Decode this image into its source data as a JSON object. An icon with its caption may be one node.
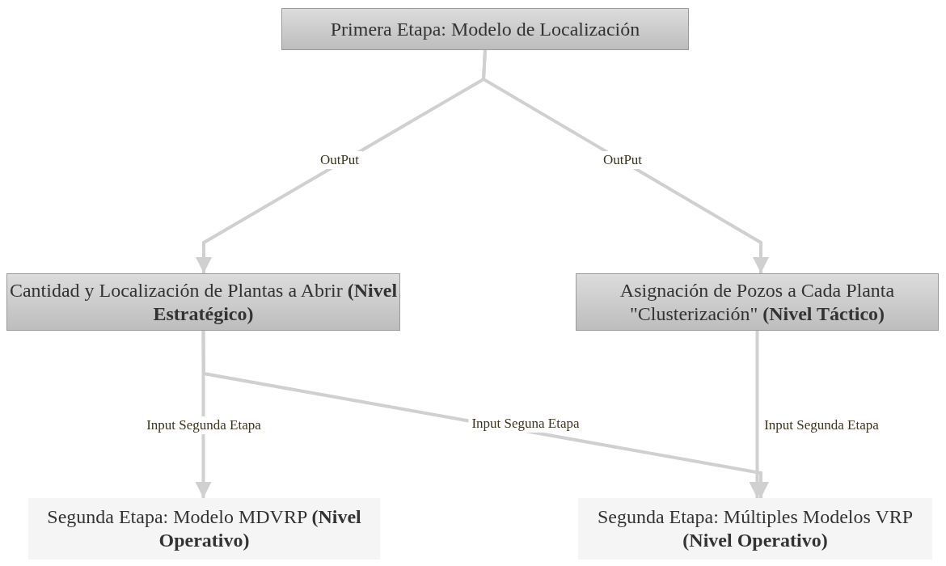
{
  "diagram": {
    "nodes": [
      {
        "text": [
          "Primera Etapa: Modelo de Localización"
        ]
      },
      {
        "text": [
          "Cantidad y Localización de Plantas a Abrir **(Nivel Estratégico)**"
        ]
      },
      {
        "text": [
          "Asignación de Pozos a Cada Planta \"Clusterización\" **(Nivel Táctico)**"
        ]
      },
      {
        "text": [
          "Segunda Etapa: Modelo MDVRP **(Nivel Operativo)**"
        ]
      },
      {
        "text": [
          "Segunda Etapa: Múltiples Modelos VRP **(Nivel Operativo)**"
        ]
      }
    ],
    "edges": [
      {
        "from": 0,
        "to": 1,
        "arrow": "to",
        "label": "OutPut"
      },
      {
        "from": 0,
        "to": 2,
        "arrow": "to",
        "label": "OutPut"
      },
      {
        "from": 1,
        "to": 3,
        "arrow": "to",
        "label": "Input Segunda Etapa"
      },
      {
        "from": 1,
        "to": 4,
        "arrow": "to",
        "label": "Input Seguna Etapa"
      },
      {
        "from": 2,
        "to": 4,
        "arrow": "to",
        "label": "Input Segunda Etapa"
      }
    ]
  }
}
